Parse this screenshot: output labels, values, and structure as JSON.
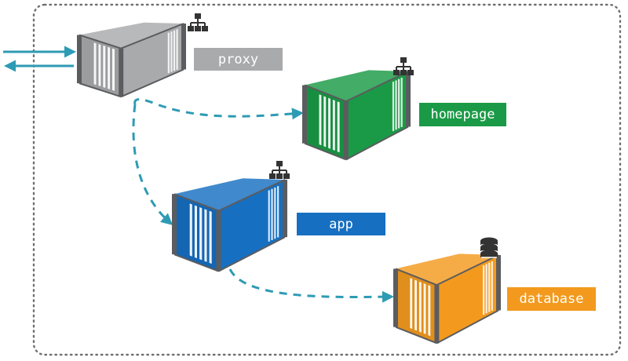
{
  "containers": [
    {
      "id": "proxy",
      "label": "proxy",
      "color": "#a9aaac",
      "icon": "network-icon"
    },
    {
      "id": "homepage",
      "label": "homepage",
      "color": "#1a9a46",
      "icon": "network-icon"
    },
    {
      "id": "app",
      "label": "app",
      "color": "#166fc1",
      "icon": "network-icon"
    },
    {
      "id": "database",
      "label": "database",
      "color": "#f39a1e",
      "icon": "database-icon"
    }
  ],
  "colors": {
    "frame": "#6f6f6f",
    "connector": "#2e9bb4",
    "icon": "#333333",
    "container_edge": "#5b5c5f"
  }
}
